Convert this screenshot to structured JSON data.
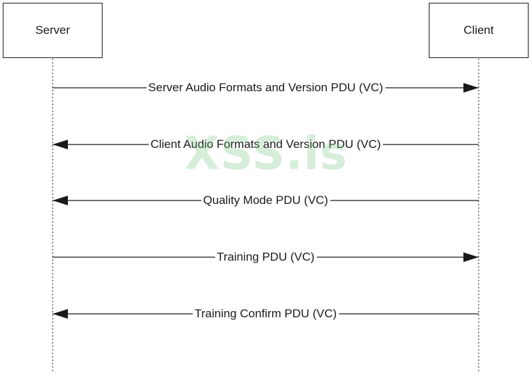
{
  "actors": {
    "server": "Server",
    "client": "Client"
  },
  "messages": [
    {
      "label": "Server Audio Formats and Version PDU (VC)",
      "from": "server",
      "to": "client"
    },
    {
      "label": "Client Audio Formats and Version PDU (VC)",
      "from": "client",
      "to": "server"
    },
    {
      "label": "Quality Mode PDU (VC)",
      "from": "client",
      "to": "server"
    },
    {
      "label": "Training PDU (VC)",
      "from": "server",
      "to": "client"
    },
    {
      "label": "Training Confirm PDU (VC)",
      "from": "client",
      "to": "server"
    }
  ],
  "watermark": "XSS.is",
  "colors": {
    "line": "#1a1a1a",
    "watermark": "#78c882"
  }
}
